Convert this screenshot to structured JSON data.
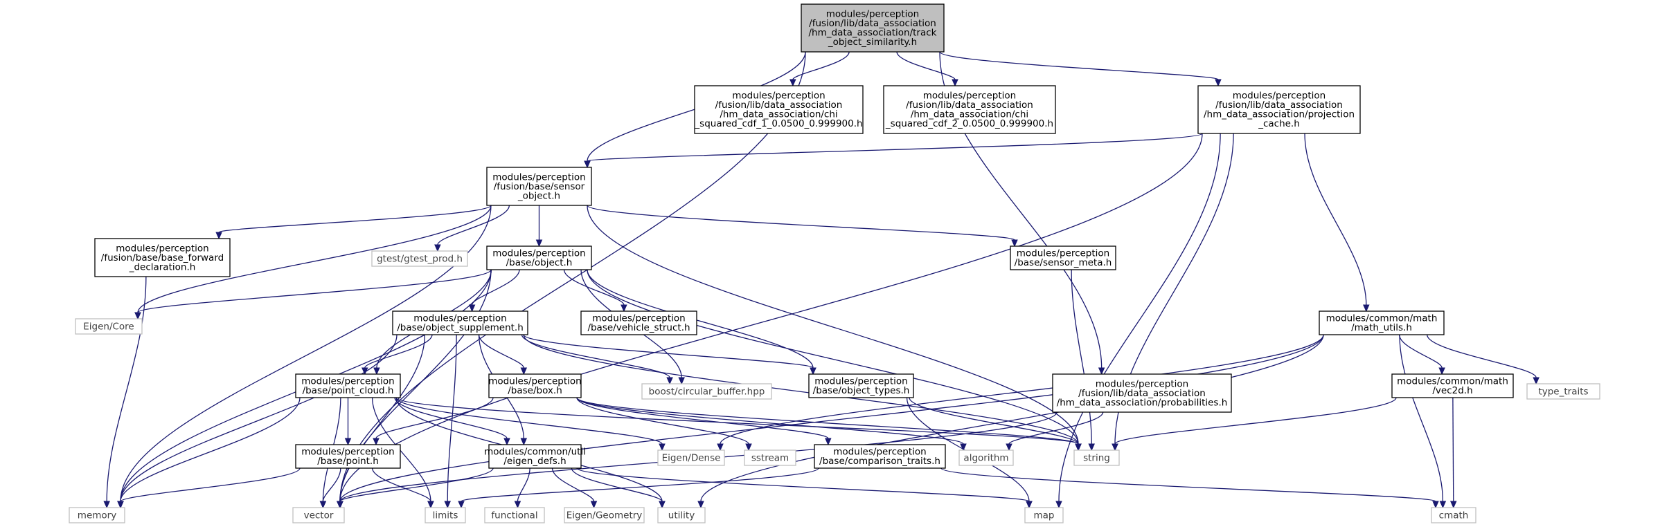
{
  "nodes": [
    {
      "id": "root",
      "kind": "root",
      "lines": [
        "modules/perception",
        "/fusion/lib/data_association",
        "/hm_data_association/track",
        "_object_similarity.h"
      ]
    },
    {
      "id": "chi1",
      "kind": "internal",
      "lines": [
        "modules/perception",
        "/fusion/lib/data_association",
        "/hm_data_association/chi",
        "_squared_cdf_1_0.0500_0.999900.h"
      ]
    },
    {
      "id": "chi2",
      "kind": "internal",
      "lines": [
        "modules/perception",
        "/fusion/lib/data_association",
        "/hm_data_association/chi",
        "_squared_cdf_2_0.0500_0.999900.h"
      ]
    },
    {
      "id": "projection",
      "kind": "internal",
      "lines": [
        "modules/perception",
        "/fusion/lib/data_association",
        "/hm_data_association/projection",
        "_cache.h"
      ]
    },
    {
      "id": "sensor_object",
      "kind": "internal",
      "lines": [
        "modules/perception",
        "/fusion/base/sensor",
        "_object.h"
      ]
    },
    {
      "id": "base_forward",
      "kind": "internal",
      "lines": [
        "modules/perception",
        "/fusion/base/base_forward",
        "_declaration.h"
      ]
    },
    {
      "id": "gtest",
      "kind": "external",
      "lines": [
        "gtest/gtest_prod.h"
      ]
    },
    {
      "id": "object_h",
      "kind": "internal",
      "lines": [
        "modules/perception",
        "/base/object.h"
      ]
    },
    {
      "id": "sensor_meta",
      "kind": "internal",
      "lines": [
        "modules/perception",
        "/base/sensor_meta.h"
      ]
    },
    {
      "id": "eigen_core",
      "kind": "external",
      "lines": [
        "Eigen/Core"
      ]
    },
    {
      "id": "object_supplement",
      "kind": "internal",
      "lines": [
        "modules/perception",
        "/base/object_supplement.h"
      ]
    },
    {
      "id": "vehicle_struct",
      "kind": "internal",
      "lines": [
        "modules/perception",
        "/base/vehicle_struct.h"
      ]
    },
    {
      "id": "math_utils",
      "kind": "internal",
      "lines": [
        "modules/common/math",
        "/math_utils.h"
      ]
    },
    {
      "id": "point_cloud",
      "kind": "internal",
      "lines": [
        "modules/perception",
        "/base/point_cloud.h"
      ]
    },
    {
      "id": "box",
      "kind": "internal",
      "lines": [
        "modules/perception",
        "/base/box.h"
      ]
    },
    {
      "id": "circular_buffer",
      "kind": "external",
      "lines": [
        "boost/circular_buffer.hpp"
      ]
    },
    {
      "id": "object_types",
      "kind": "internal",
      "lines": [
        "modules/perception",
        "/base/object_types.h"
      ]
    },
    {
      "id": "probabilities",
      "kind": "internal",
      "lines": [
        "modules/perception",
        "/fusion/lib/data_association",
        "/hm_data_association/probabilities.h"
      ]
    },
    {
      "id": "vec2d",
      "kind": "internal",
      "lines": [
        "modules/common/math",
        "/vec2d.h"
      ]
    },
    {
      "id": "type_traits",
      "kind": "external",
      "lines": [
        "type_traits"
      ]
    },
    {
      "id": "point_h",
      "kind": "internal",
      "lines": [
        "modules/perception",
        "/base/point.h"
      ]
    },
    {
      "id": "eigen_defs",
      "kind": "internal",
      "lines": [
        "modules/common/util",
        "/eigen_defs.h"
      ]
    },
    {
      "id": "eigen_dense",
      "kind": "external",
      "lines": [
        "Eigen/Dense"
      ]
    },
    {
      "id": "sstream",
      "kind": "external",
      "lines": [
        "sstream"
      ]
    },
    {
      "id": "comparison_traits",
      "kind": "internal",
      "lines": [
        "modules/perception",
        "/base/comparison_traits.h"
      ]
    },
    {
      "id": "algorithm",
      "kind": "external",
      "lines": [
        "algorithm"
      ]
    },
    {
      "id": "string",
      "kind": "external",
      "lines": [
        "string"
      ]
    },
    {
      "id": "memory",
      "kind": "external",
      "lines": [
        "memory"
      ]
    },
    {
      "id": "vector",
      "kind": "external",
      "lines": [
        "vector"
      ]
    },
    {
      "id": "limits",
      "kind": "external",
      "lines": [
        "limits"
      ]
    },
    {
      "id": "functional",
      "kind": "external",
      "lines": [
        "functional"
      ]
    },
    {
      "id": "eigen_geometry",
      "kind": "external",
      "lines": [
        "Eigen/Geometry"
      ]
    },
    {
      "id": "utility",
      "kind": "external",
      "lines": [
        "utility"
      ]
    },
    {
      "id": "map",
      "kind": "external",
      "lines": [
        "map"
      ]
    },
    {
      "id": "cmath",
      "kind": "external",
      "lines": [
        "cmath"
      ]
    }
  ],
  "edges": [
    [
      "root",
      "chi1"
    ],
    [
      "root",
      "chi2"
    ],
    [
      "root",
      "projection"
    ],
    [
      "root",
      "sensor_object"
    ],
    [
      "root",
      "probabilities"
    ],
    [
      "root",
      "vector"
    ],
    [
      "projection",
      "sensor_object"
    ],
    [
      "projection",
      "math_utils"
    ],
    [
      "projection",
      "string"
    ],
    [
      "projection",
      "vector"
    ],
    [
      "projection",
      "map"
    ],
    [
      "sensor_object",
      "base_forward"
    ],
    [
      "sensor_object",
      "gtest"
    ],
    [
      "sensor_object",
      "object_h"
    ],
    [
      "sensor_object",
      "sensor_meta"
    ],
    [
      "sensor_object",
      "eigen_core"
    ],
    [
      "sensor_object",
      "memory"
    ],
    [
      "sensor_object",
      "string"
    ],
    [
      "base_forward",
      "memory"
    ],
    [
      "sensor_meta",
      "string"
    ],
    [
      "object_h",
      "eigen_core"
    ],
    [
      "object_h",
      "object_supplement"
    ],
    [
      "object_h",
      "vehicle_struct"
    ],
    [
      "object_h",
      "circular_buffer"
    ],
    [
      "object_h",
      "object_types"
    ],
    [
      "object_h",
      "point_cloud"
    ],
    [
      "object_h",
      "memory"
    ],
    [
      "object_h",
      "vector"
    ],
    [
      "object_h",
      "string"
    ],
    [
      "object_supplement",
      "point_cloud"
    ],
    [
      "object_supplement",
      "box"
    ],
    [
      "object_supplement",
      "circular_buffer"
    ],
    [
      "object_supplement",
      "object_types"
    ],
    [
      "object_supplement",
      "eigen_defs"
    ],
    [
      "object_supplement",
      "memory"
    ],
    [
      "object_supplement",
      "vector"
    ],
    [
      "object_supplement",
      "limits"
    ],
    [
      "object_supplement",
      "string"
    ],
    [
      "math_utils",
      "vec2d"
    ],
    [
      "math_utils",
      "type_traits"
    ],
    [
      "math_utils",
      "eigen_dense"
    ],
    [
      "math_utils",
      "cmath"
    ],
    [
      "math_utils",
      "vector"
    ],
    [
      "math_utils",
      "utility"
    ],
    [
      "vec2d",
      "string"
    ],
    [
      "vec2d",
      "cmath"
    ],
    [
      "probabilities",
      "algorithm"
    ],
    [
      "probabilities",
      "vector"
    ],
    [
      "point_cloud",
      "point_h"
    ],
    [
      "point_cloud",
      "eigen_defs"
    ],
    [
      "point_cloud",
      "eigen_dense"
    ],
    [
      "point_cloud",
      "memory"
    ],
    [
      "point_cloud",
      "vector"
    ],
    [
      "point_cloud",
      "limits"
    ],
    [
      "point_cloud",
      "string"
    ],
    [
      "point_cloud",
      "utility"
    ],
    [
      "box",
      "point_h"
    ],
    [
      "box",
      "comparison_traits"
    ],
    [
      "box",
      "sstream"
    ],
    [
      "box",
      "algorithm"
    ],
    [
      "box",
      "string"
    ],
    [
      "object_types",
      "string"
    ],
    [
      "object_types",
      "map"
    ],
    [
      "point_h",
      "memory"
    ],
    [
      "point_h",
      "vector"
    ],
    [
      "point_h",
      "limits"
    ],
    [
      "eigen_defs",
      "vector"
    ],
    [
      "eigen_defs",
      "functional"
    ],
    [
      "eigen_defs",
      "eigen_geometry"
    ],
    [
      "eigen_defs",
      "utility"
    ],
    [
      "eigen_defs",
      "map"
    ],
    [
      "comparison_traits",
      "limits"
    ],
    [
      "comparison_traits",
      "cmath"
    ]
  ]
}
